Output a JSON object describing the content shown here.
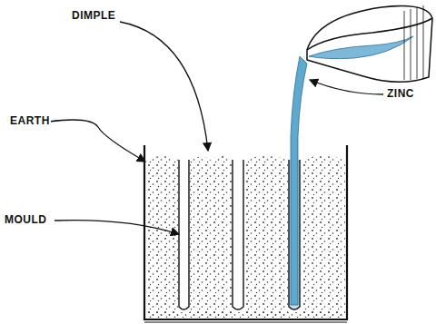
{
  "diagram": {
    "labels": [
      "DIMPLE",
      "EARTH",
      "MOULD",
      "ZINC"
    ]
  }
}
